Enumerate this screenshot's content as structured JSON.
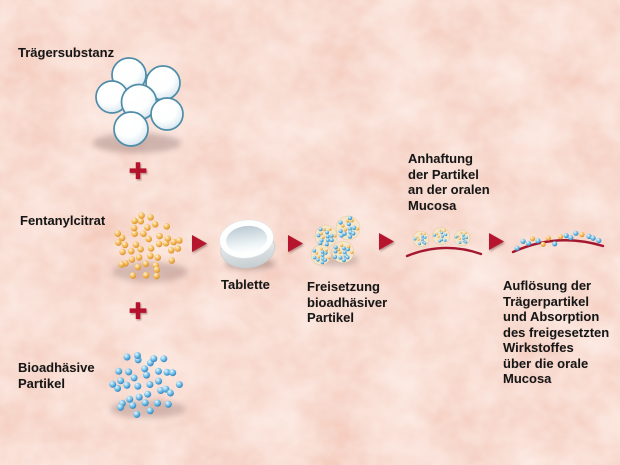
{
  "diagram": {
    "inputs": [
      {
        "id": "carrier",
        "label_lines": [
          "Trägersubstanz"
        ]
      },
      {
        "id": "fentanyl",
        "label_lines": [
          "Fentanylcitrat"
        ]
      },
      {
        "id": "bioadhesive",
        "label_lines": [
          "Bioadhäsive",
          "Partikel"
        ]
      }
    ],
    "plus": "✚",
    "stages": [
      {
        "id": "tablet",
        "label_lines": [
          "Tablette"
        ]
      },
      {
        "id": "release",
        "label_lines": [
          "Freisetzung",
          "bioadhäsiver",
          "Partikel"
        ]
      },
      {
        "id": "adhesion",
        "label_lines": [
          "Anhaftung",
          "der Partikel",
          "an der oralen",
          "Mucosa"
        ]
      },
      {
        "id": "dissolution",
        "label_lines": [
          "Auflösung der",
          "Trägerpartikel",
          "und Absorption",
          "des freigesetzten",
          "Wirkstoffes",
          "über die orale",
          "Mucosa"
        ]
      }
    ],
    "colors": {
      "background_pink": "#f1bcaa",
      "text": "#161616",
      "arrow_red": "#b5122d",
      "mucosa_line": "#a5172e",
      "carrier_outline": "#4e8ca8",
      "fentanyl_orange": "#e8a23c",
      "bioadhesive_blue": "#3f97cf"
    },
    "particles": {
      "carrier_spheres": 7,
      "fentanyl_dots": 42,
      "bioadhesive_dots": 36,
      "release_clusters": 4,
      "adhesion_clusters": 3,
      "absorbed_dots": 16
    }
  }
}
